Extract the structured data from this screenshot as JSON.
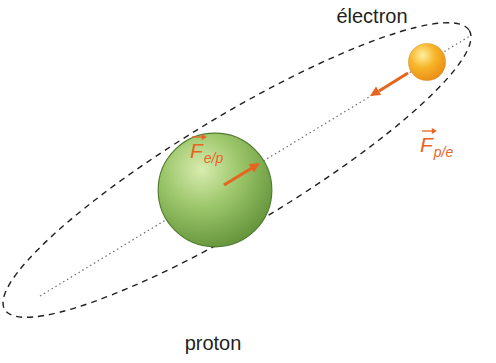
{
  "diagram": {
    "nodes": [
      {
        "text": [
          "électron"
        ]
      },
      {
        "text": [
          "proton"
        ]
      }
    ],
    "labels": [
      "F",
      "e/p",
      "F",
      "p/e"
    ]
  }
}
